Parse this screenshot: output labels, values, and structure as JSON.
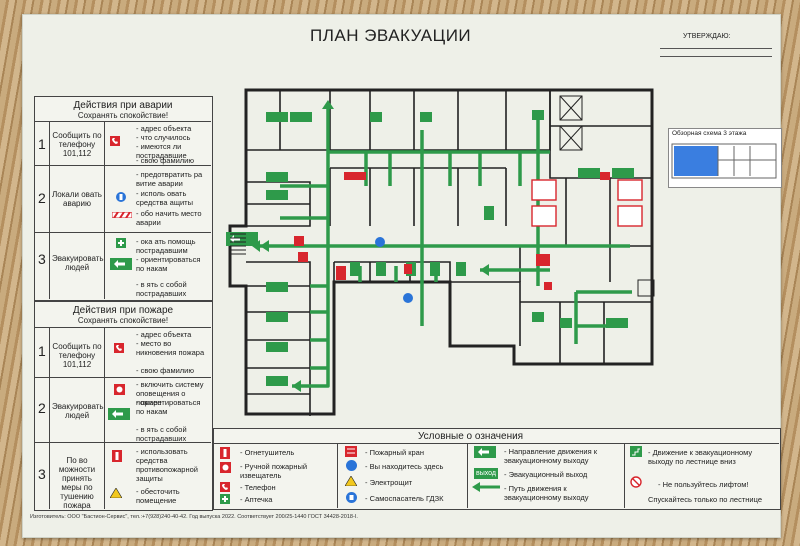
{
  "title": "ПЛАН ЭВАКУАЦИИ",
  "approve": "УТВЕРЖДАЮ:",
  "overview": "Обзорная схема 3 этажа",
  "accident": {
    "heading": "Действия при аварии",
    "sub": "Сохранять спокойствие!",
    "steps": [
      {
        "num": "1",
        "label": "Сообщить по телефону 101,112",
        "items": [
          "- адрес объекта",
          "- что случилось",
          "- имеются ли пострадавшие",
          "- свою фамилию"
        ]
      },
      {
        "num": "2",
        "label": "Локали овать аварию",
        "items": [
          "- предотвратить ра витие аварии",
          "- исполь овать средства ащиты",
          "- обо начить место аварии"
        ]
      },
      {
        "num": "3",
        "label": "Эвакуировать людей",
        "items": [
          "- ока ать помощь пострадавшим",
          "- ориентироваться по накам",
          "- в ять с собой пострадавших"
        ]
      }
    ]
  },
  "fire": {
    "heading": "Действия при пожаре",
    "sub": "Сохранять спокойствие!",
    "steps": [
      {
        "num": "1",
        "label": "Сообщить по телефону 101,112",
        "items": [
          "- адрес объекта",
          "- место во никновения пожара",
          "- свою фамилию"
        ]
      },
      {
        "num": "2",
        "label": "Эвакуировать людей",
        "items": [
          "- включить систему оповещения о пожаре",
          "- ориентироваться по накам",
          "- в ять с собой пострадавших"
        ]
      },
      {
        "num": "3",
        "label": "По во можности принять меры по тушению пожара",
        "items": [
          "- использовать средства противопожарной защиты",
          "- обесточить помещение"
        ]
      }
    ]
  },
  "legend": {
    "title": "Условные о означения",
    "items": [
      "- Огнетушитель",
      "- Ручной пожарный извещатель",
      "- Телефон",
      "- Аптечка",
      "- Пожарный кран",
      "- Вы находитесь здесь",
      "- Электрощит",
      "- Самоспасатель ГДЗК",
      "- Направление движения к эвакуационному выходу",
      "- Эвакуационный выход",
      "- Путь движения к эвакуационному выходу",
      "- Движение к эвакуационному выходу по лестнице вниз",
      "- Не пользуйтесь лифтом!",
      "Спускайтесь только по лестнице"
    ]
  },
  "exit_label": "выход",
  "footer": "Изготовитель: ООО \"Бастион-Сервис\", тел.:+7(928)240-40-42. Год выпуска 2022. Соответствует 200/25-1440 ГОСТ 34428-2018-I.",
  "colors": {
    "green": "#2e9a4a",
    "red": "#d8262d",
    "blue": "#2a74d8",
    "wall": "#222222"
  }
}
